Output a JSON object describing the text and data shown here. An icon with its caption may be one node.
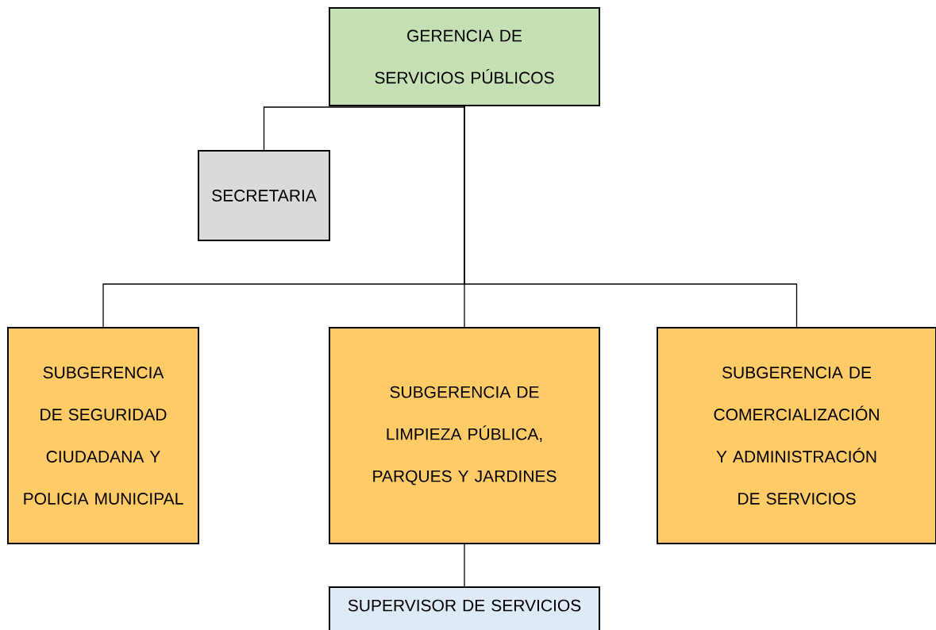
{
  "diagram": {
    "nodes": [
      {
        "text": [
          "GERENCIA DE SERVICIOS PÚBLICOS"
        ]
      },
      {
        "text": [
          "SECRETARIA"
        ]
      },
      {
        "text": [
          "SUBGERENCIA DE SEGURIDAD CIUDADANA Y POLICIA MUNICIPAL"
        ]
      },
      {
        "text": [
          "SUBGERENCIA DE LIMPIEZA PÚBLICA, PARQUES Y JARDINES"
        ]
      },
      {
        "text": [
          "SUBGERENCIA DE COMERCIALIZACIÓN Y ADMINISTRACIÓN DE SERVICIOS"
        ]
      },
      {
        "text": [
          "SUPERVISOR DE SERVICIOS"
        ]
      }
    ],
    "edges": [
      {
        "from": 0,
        "to": 1,
        "arrow": "none"
      },
      {
        "from": 0,
        "to": 2,
        "arrow": "none"
      },
      {
        "from": 0,
        "to": 3,
        "arrow": "none"
      },
      {
        "from": 0,
        "to": 4,
        "arrow": "none"
      },
      {
        "from": 3,
        "to": 5,
        "arrow": "none"
      }
    ]
  }
}
